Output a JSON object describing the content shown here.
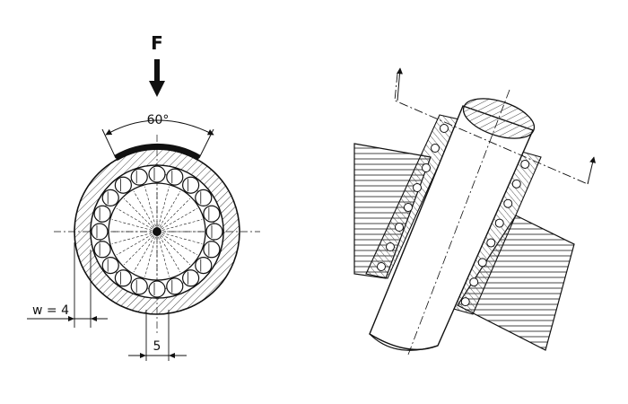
{
  "left_view": {
    "force_label": "F",
    "angle_label": "60°",
    "width_label": "w = 4",
    "dimension_label": "5",
    "ball_count": 20,
    "spoke_count": 24
  },
  "right_view": {
    "balls_per_row": 8
  },
  "colors": {
    "line": "#111111",
    "hatch": "#444444",
    "background": "#ffffff"
  }
}
